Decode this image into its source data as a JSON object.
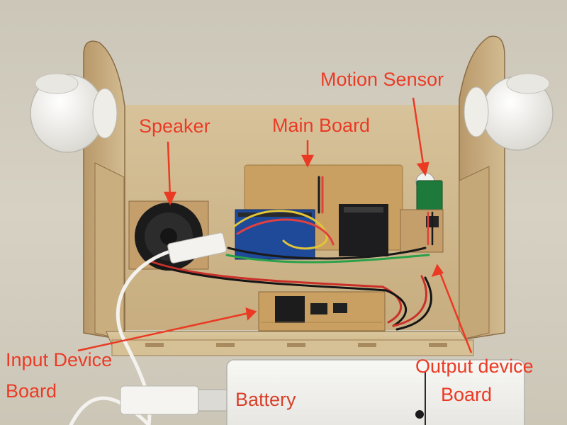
{
  "photo": {
    "labels": {
      "speaker": "Speaker",
      "main_board": "Main Board",
      "motion_sensor": "Motion Sensor",
      "input_device_line1": "Input Device",
      "input_device_line2": "Board",
      "output_device_line1": "Output device",
      "output_device_line2": "Board",
      "battery": "Battery"
    },
    "colors": {
      "annotation": "#ea3a24",
      "background": "#d8d3c6",
      "plywood": "#cdb487",
      "pcb_copper": "#c9a062",
      "arduino_blue": "#1f4a9a",
      "white_plastic": "#f3f2ee"
    }
  }
}
